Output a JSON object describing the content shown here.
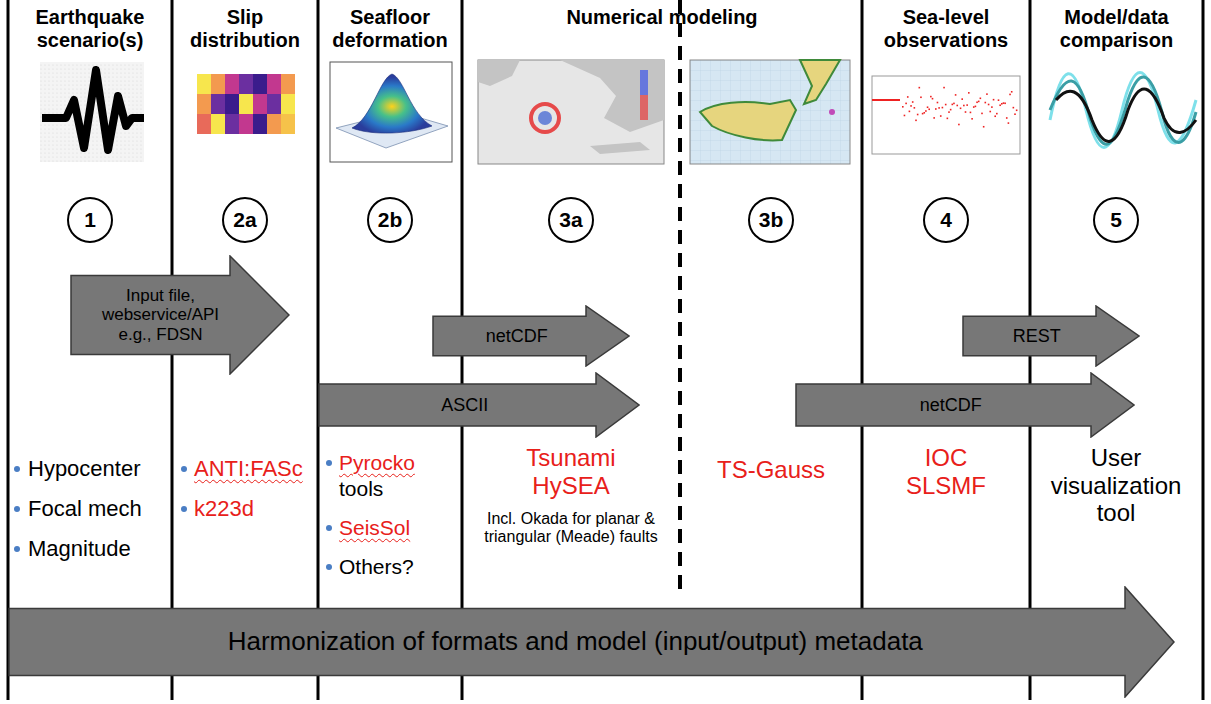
{
  "diagram": {
    "nodes": [
      {
        "text": [
          "1"
        ]
      },
      {
        "text": [
          "2a"
        ]
      },
      {
        "text": [
          "2b"
        ]
      },
      {
        "text": [
          "3a"
        ]
      },
      {
        "text": [
          "3b"
        ]
      },
      {
        "text": [
          "4"
        ]
      },
      {
        "text": [
          "5"
        ]
      },
      {
        "text": [
          "Input file, webservice/API e.g., FDSN"
        ]
      },
      {
        "text": [
          "netCDF"
        ]
      },
      {
        "text": [
          "REST"
        ]
      },
      {
        "text": [
          "ASCII"
        ]
      },
      {
        "text": [
          "netCDF"
        ]
      },
      {
        "text": [
          "Harmonization of formats and model (input/output) metadata"
        ]
      }
    ],
    "labels": [
      "Earthquake scenario(s)",
      "Slip distribution",
      "Seafloor deformation",
      "Numerical modeling",
      "Sea-level observations",
      "Model/data comparison",
      "Hypocenter",
      "Focal mech",
      "Magnitude",
      "ANTI:FASc",
      "k223d",
      "Pyrocko",
      "tools",
      "SeisSol",
      "Others?",
      "Tsunami HySEA",
      "Incl. Okada for planar & triangular (Meade) faults",
      "TS-Gauss",
      "IOC SLSMF",
      "User visualization tool"
    ]
  }
}
